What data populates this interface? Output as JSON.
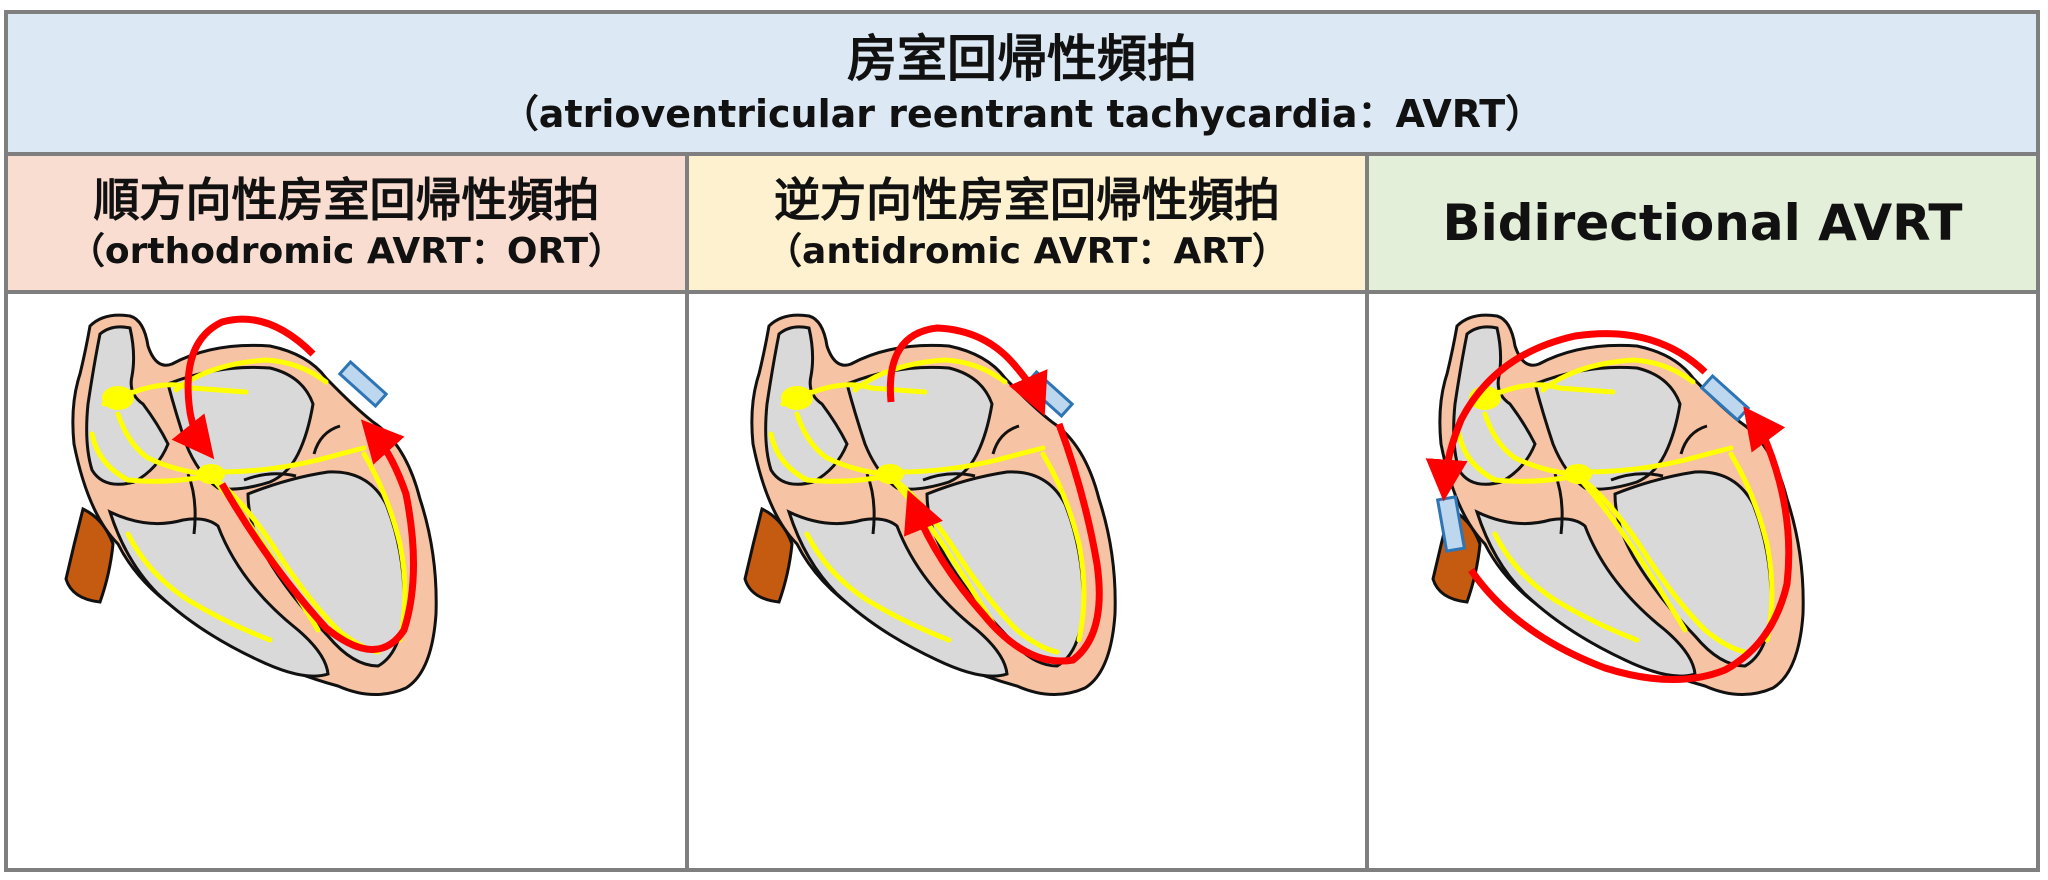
{
  "header": {
    "title": "房室回帰性頻拍",
    "subtitle": "（atrioventricular reentrant tachycardia：AVRT）"
  },
  "columns": [
    {
      "title": "順方向性房室回帰性頻拍",
      "subtitle": "（orthodromic AVRT：ORT）"
    },
    {
      "title": "逆方向性房室回帰性頻拍",
      "subtitle": "（antidromic AVRT：ART）"
    },
    {
      "title": "Bidirectional AVRT"
    }
  ],
  "colors": {
    "header_bg": "#dce8f4",
    "ort_bg": "#f9ddd1",
    "art_bg": "#fdf1d0",
    "bidir_bg": "#e3efd8",
    "myocardium": "#f6c3a4",
    "chamber": "#d9d9d9",
    "conduction": "#ffff00",
    "circuit_arrow": "#ff0000",
    "accessory_pathway": "#bdd7ee",
    "vessel": "#c55a11"
  }
}
